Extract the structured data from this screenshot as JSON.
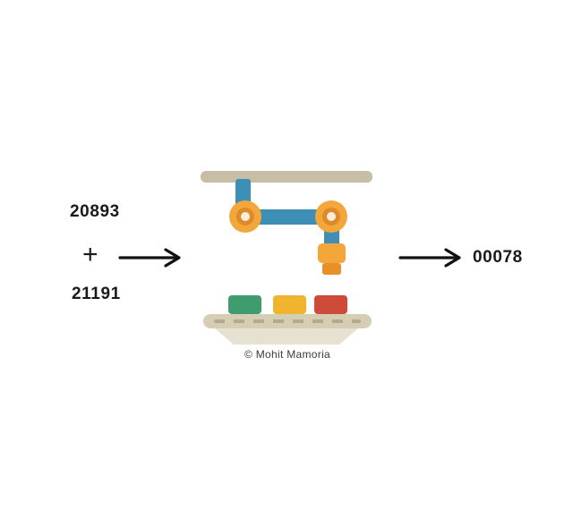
{
  "inputs": {
    "value1": "20893",
    "operator": "+",
    "value2": "21191"
  },
  "output": {
    "value": "00078"
  },
  "credit": "© Mohit Mamoria",
  "machine": {
    "blocks": [
      "green",
      "yellow",
      "red"
    ],
    "parts": [
      "ceiling-beam",
      "robot-arm",
      "gripper",
      "conveyor-belt"
    ]
  },
  "colors": {
    "text": "#1a1a1a",
    "arrow": "#111111",
    "beam": "#c7bea6",
    "belt": "#d6cdb5",
    "belt_base": "#e7e1d1",
    "belt_dash": "#b3a98e",
    "arm_blue": "#3e8fb5",
    "joint_orange": "#f3a63a",
    "joint_inner": "#dd8b28",
    "joint_center": "#f6efdf",
    "gripper_top": "#f3a63a",
    "gripper_bottom": "#e88f25",
    "block_green": "#3e9c6e",
    "block_yellow": "#f0b42f",
    "block_red": "#ce4b3a"
  }
}
